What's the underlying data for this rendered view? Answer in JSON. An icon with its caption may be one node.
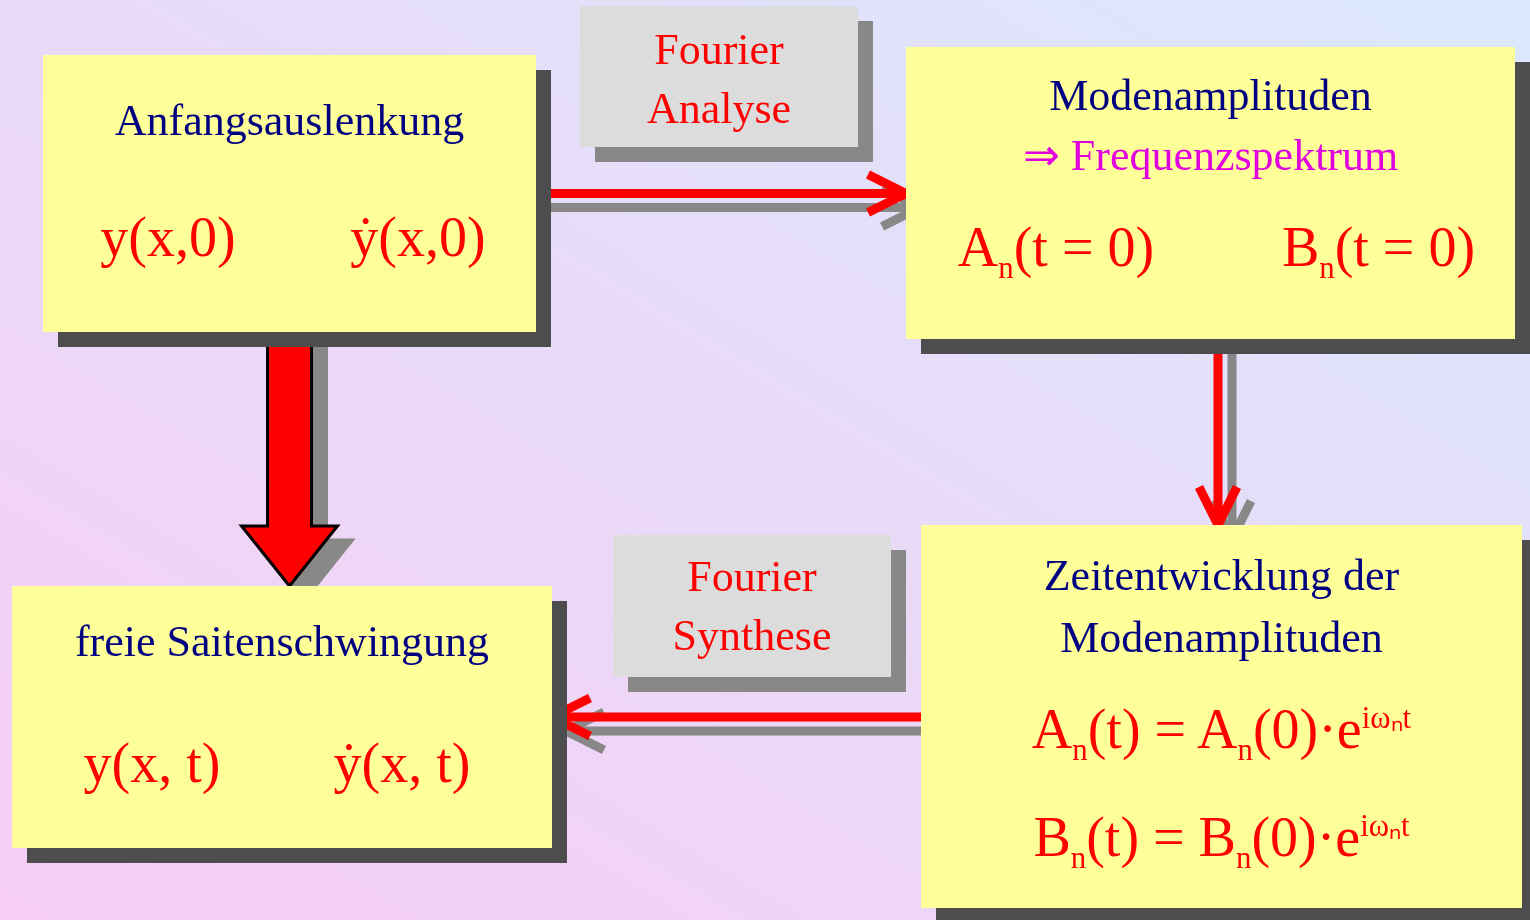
{
  "diagram": {
    "nodes": [
      {
        "text": [
          "Anfangsauslenkung",
          "y(x,0)",
          "ẏ(x,0)"
        ]
      },
      {
        "text": [
          "Fourier Analyse"
        ]
      },
      {
        "text": [
          "Modenamplituden",
          "⇒ Frequenzspektrum",
          "A$_{n}$(t = 0)",
          "B$_{n}$(t = 0)"
        ]
      },
      {
        "text": [
          "freie Saitenschwingung",
          "y(x, t)",
          "ẏ(x, t)"
        ]
      },
      {
        "text": [
          "Fourier Synthese"
        ]
      },
      {
        "text": [
          "Zeitentwicklung der Modenamplituden",
          "A$_{n}$(t) = A$_{n}$(0)·e$^{iωₙt}$",
          "B$_{n}$(t) = B$_{n}$(0)·e$^{iωₙt}$"
        ]
      }
    ],
    "edges": [
      {
        "from": 0,
        "to": 2,
        "arrow": "to"
      },
      {
        "from": 2,
        "to": 5,
        "arrow": "to"
      },
      {
        "from": 5,
        "to": 3,
        "arrow": "to"
      },
      {
        "from": 0,
        "to": 3,
        "arrow": "to",
        "style": "thick"
      }
    ]
  }
}
